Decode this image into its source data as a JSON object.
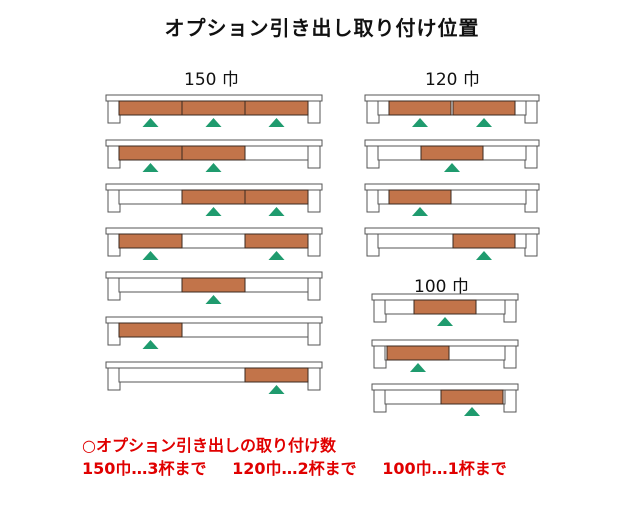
{
  "title": "オプション引き出し取り付け位置",
  "groups": [
    {
      "label": "150 巾",
      "slots": 3,
      "configs": [
        [
          true,
          true,
          true
        ],
        [
          true,
          true,
          false
        ],
        [
          false,
          true,
          true
        ],
        [
          true,
          false,
          true
        ],
        [
          false,
          true,
          false
        ],
        [
          true,
          false,
          false
        ],
        [
          false,
          false,
          true
        ]
      ]
    },
    {
      "label": "120 巾",
      "slots": 2,
      "configs": [
        [
          "L",
          "R"
        ],
        [
          "C"
        ],
        [
          "L"
        ],
        [
          "R"
        ]
      ]
    },
    {
      "label": "100 巾",
      "slots": 1,
      "configs": [
        [
          "C"
        ],
        [
          "L"
        ],
        [
          "R"
        ]
      ]
    }
  ],
  "notes": {
    "heading": "○オプション引き出しの取り付け数",
    "counts": [
      "150巾…3杯まで",
      "120巾…2杯まで",
      "100巾…1杯まで"
    ]
  },
  "colors": {
    "drawer": "#c2744a",
    "marker": "#1f9b6e",
    "outline": "#555555",
    "note": "#e00000"
  }
}
